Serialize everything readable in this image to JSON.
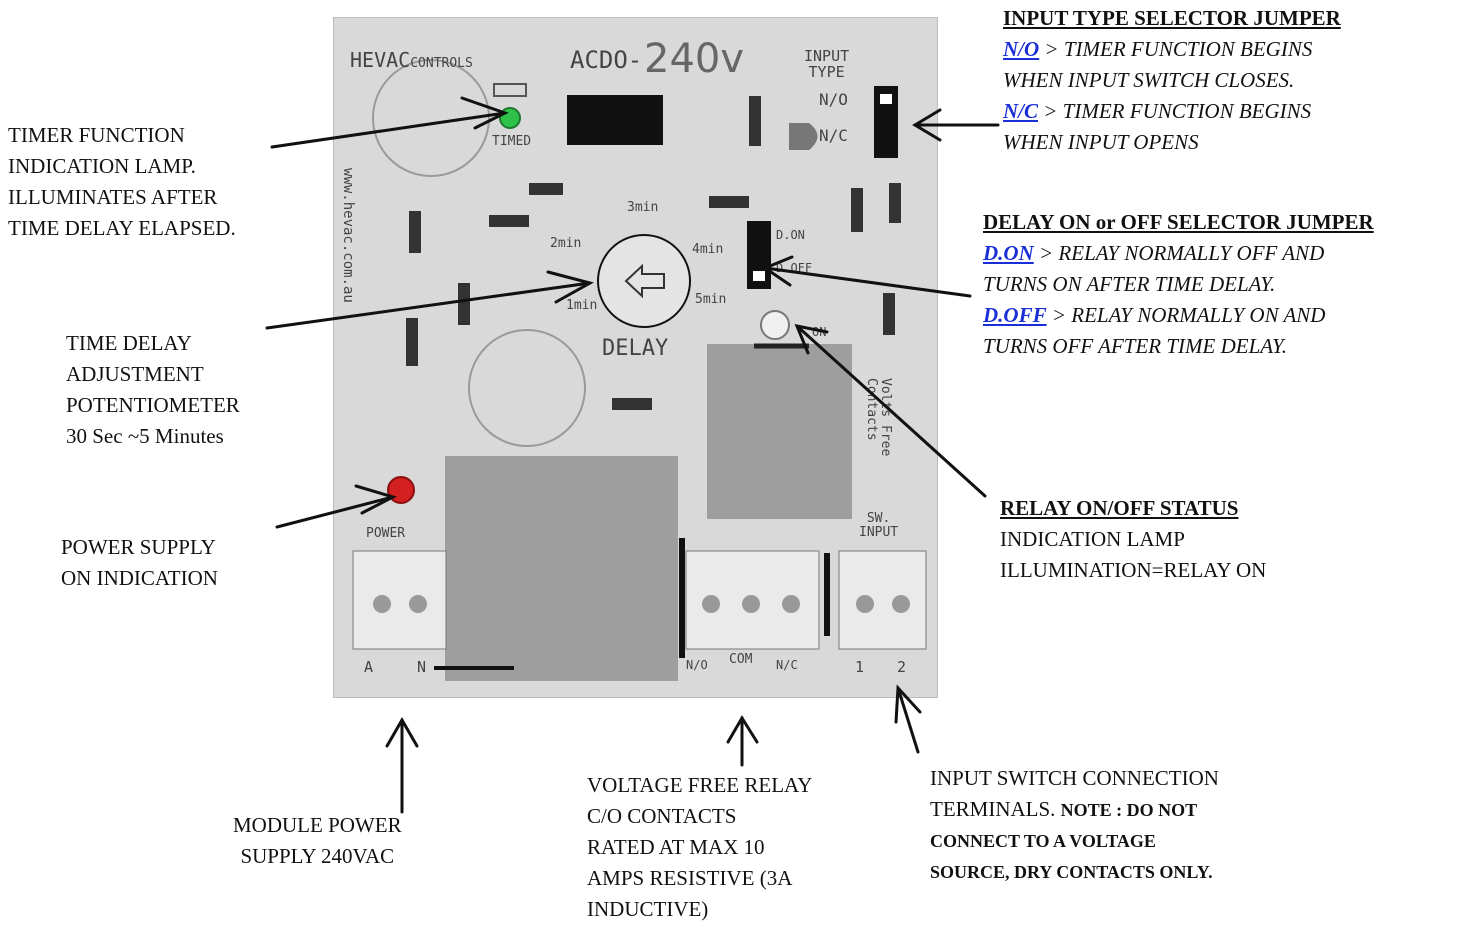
{
  "board": {
    "brand": "HEVAC",
    "brand_suffix": "CONTROLS",
    "model": "ACDO-",
    "voltage": "240v",
    "website": "www.hevac.com.au",
    "input_type": [
      "INPUT",
      "TYPE"
    ],
    "no": "N/O",
    "nc": "N/C",
    "timed": "TIMED",
    "d_on": "D.ON",
    "d_off": "D.OFF",
    "dial": [
      "3min",
      "2min",
      "4min",
      "1min",
      "5min"
    ],
    "delay": "DELAY",
    "on": "ON",
    "power": "POWER",
    "relay_side": [
      "Volts Free",
      "Contacts"
    ],
    "sw_input": [
      "SW.",
      "INPUT"
    ],
    "terminals_power": [
      "A",
      "N"
    ],
    "terminals_relay": [
      "N/O",
      "COM",
      "N/C"
    ],
    "terminals_input": [
      "1",
      "2"
    ]
  },
  "callouts": {
    "timer_lamp": [
      "TIMER FUNCTION",
      "INDICATION LAMP.",
      "ILLUMINATES AFTER",
      "TIME DELAY ELAPSED."
    ],
    "potentiometer": [
      "TIME DELAY",
      "ADJUSTMENT",
      "POTENTIOMETER",
      "30 Sec ~5 Minutes"
    ],
    "power_supply": [
      "POWER SUPPLY",
      "ON INDICATION"
    ],
    "module_power": [
      "MODULE POWER",
      "SUPPLY 240VAC"
    ],
    "relay_contacts": [
      "VOLTAGE FREE RELAY",
      "C/O CONTACTS",
      "RATED AT MAX 10",
      "AMPS RESISTIVE (3A",
      "INDUCTIVE)"
    ],
    "input_terminals": {
      "line1": "INPUT SWITCH CONNECTION",
      "line2_plain": "TERMINALS.",
      "line2_bold": "NOTE : DO NOT",
      "line3": "CONNECT TO A VOLTAGE",
      "line4": "SOURCE, DRY CONTACTS ONLY."
    },
    "input_type": {
      "header": "INPUT TYPE SELECTOR JUMPER",
      "no_key": "N/O",
      "no_text1": " > TIMER FUNCTION BEGINS",
      "no_text2": "WHEN INPUT SWITCH CLOSES.",
      "nc_key": "N/C",
      "nc_text1": " > TIMER FUNCTION BEGINS",
      "nc_text2": "WHEN INPUT OPENS"
    },
    "delay_selector": {
      "header": "DELAY ON or OFF SELECTOR JUMPER",
      "on_key": "D.ON",
      "on_text1": " > RELAY NORMALLY OFF AND",
      "on_text2": "TURNS ON AFTER TIME DELAY.",
      "off_key": "D.OFF",
      "off_text1": " > RELAY NORMALLY ON AND",
      "off_text2": "TURNS OFF AFTER TIME DELAY."
    },
    "relay_status": {
      "header": "RELAY ON/OFF STATUS",
      "line2": "INDICATION LAMP",
      "line3": "ILLUMINATION=RELAY ON"
    }
  },
  "colors": {
    "timed_led": "#2fc24a",
    "power_led": "#d42020",
    "relay_block": "#9e9e9e",
    "keyword_blue": "#1a2fd6"
  }
}
